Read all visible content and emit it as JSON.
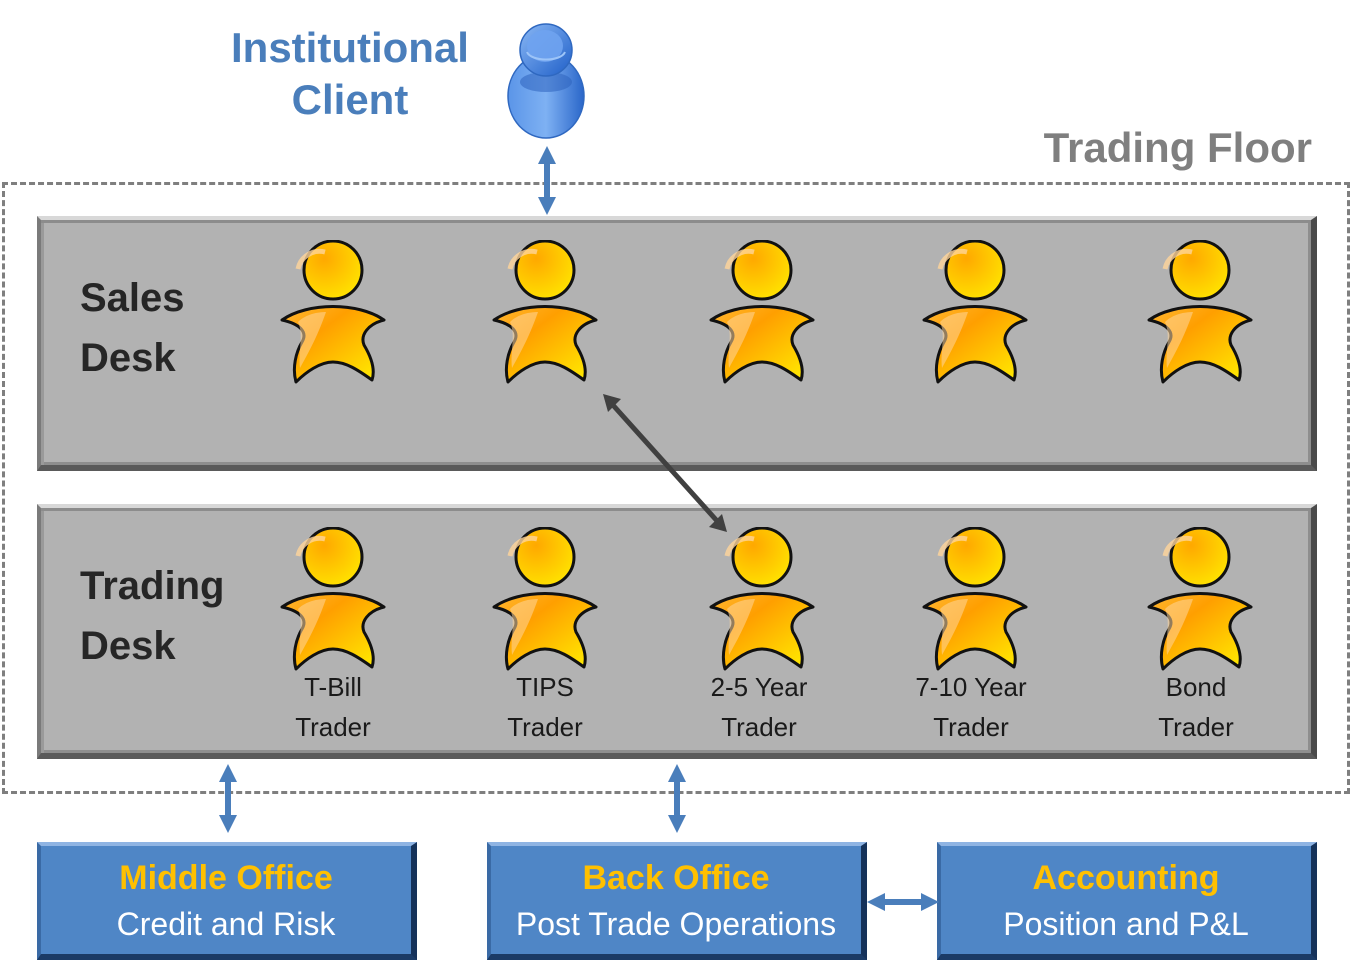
{
  "client": {
    "title_line1": "Institutional",
    "title_line2": "Client",
    "icon": "user-blue-icon",
    "color": "#4a7ebb"
  },
  "trading_floor": {
    "title": "Trading Floor",
    "color": "#7f7f7f"
  },
  "sales_desk": {
    "label_line1": "Sales",
    "label_line2": "Desk",
    "person_count": 5,
    "person_icon": "person-yellow-icon"
  },
  "trading_desk": {
    "label_line1": "Trading",
    "label_line2": "Desk",
    "traders": [
      {
        "line1": "T-Bill",
        "line2": "Trader"
      },
      {
        "line1": "TIPS",
        "line2": "Trader"
      },
      {
        "line1": "2-5 Year",
        "line2": "Trader"
      },
      {
        "line1": "7-10 Year",
        "line2": "Trader"
      },
      {
        "line1": "Bond",
        "line2": "Trader"
      }
    ]
  },
  "offices": [
    {
      "title": "Middle Office",
      "subtitle": "Credit and Risk"
    },
    {
      "title": "Back Office",
      "subtitle": "Post Trade Operations"
    },
    {
      "title": "Accounting",
      "subtitle": "Position and P&L"
    }
  ],
  "connections": [
    {
      "from": "Institutional Client",
      "to": "Sales Desk",
      "type": "bidirectional"
    },
    {
      "from": "Sales Desk (TIPS)",
      "to": "2-5 Year Trader",
      "type": "bidirectional"
    },
    {
      "from": "Trading Floor",
      "to": "Middle Office",
      "type": "bidirectional"
    },
    {
      "from": "Trading Floor",
      "to": "Back Office",
      "type": "bidirectional"
    },
    {
      "from": "Back Office",
      "to": "Accounting",
      "type": "bidirectional"
    }
  ],
  "colors": {
    "office_title": "#ffc000",
    "office_fill": "#4f86c6",
    "desk_fill": "#b2b2b2",
    "arrow_blue": "#4a7ebb",
    "arrow_dark": "#404040"
  }
}
